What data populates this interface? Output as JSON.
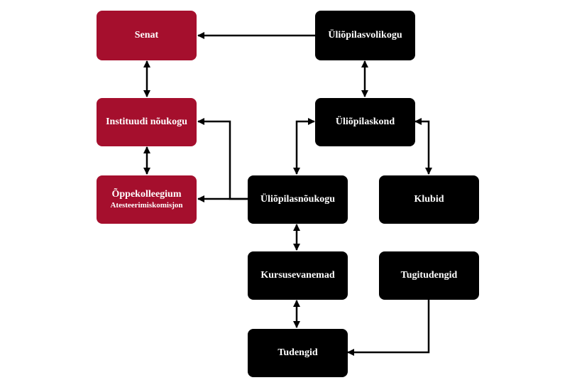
{
  "diagram": {
    "nodes": {
      "senat": {
        "label": "Senat",
        "color": "#a50f2d"
      },
      "instituudi_noukogu": {
        "label": "Instituudi nõukogu",
        "color": "#a50f2d"
      },
      "oppekolleegium": {
        "label": "Õppekolleegium",
        "sublabel": "Atesteerimiskomisjon",
        "color": "#a50f2d"
      },
      "uliopilasvolikogu": {
        "label": "Üliõpilasvolikogu",
        "color": "#000000"
      },
      "uliopilaskond": {
        "label": "Üliõpilaskond",
        "color": "#000000"
      },
      "uliopilasnoukogu": {
        "label": "Üliõpilasnõukogu",
        "color": "#000000"
      },
      "klubid": {
        "label": "Klubid",
        "color": "#000000"
      },
      "kursusevanemad": {
        "label": "Kursusevanemad",
        "color": "#000000"
      },
      "tugitudengid": {
        "label": "Tugitudengid",
        "color": "#000000"
      },
      "tudengid": {
        "label": "Tudengid",
        "color": "#000000"
      }
    },
    "edges": [
      {
        "from": "uliopilasvolikogu",
        "to": "senat",
        "direction": "one-way"
      },
      {
        "from": "senat",
        "to": "instituudi_noukogu",
        "direction": "two-way"
      },
      {
        "from": "instituudi_noukogu",
        "to": "oppekolleegium",
        "direction": "two-way"
      },
      {
        "from": "uliopilasvolikogu",
        "to": "uliopilaskond",
        "direction": "two-way"
      },
      {
        "from": "uliopilaskond",
        "to": "uliopilasnoukogu",
        "direction": "two-way"
      },
      {
        "from": "uliopilaskond",
        "to": "klubid",
        "direction": "two-way"
      },
      {
        "from": "uliopilasnoukogu",
        "to": "instituudi_noukogu",
        "direction": "one-way"
      },
      {
        "from": "uliopilasnoukogu",
        "to": "oppekolleegium",
        "direction": "one-way"
      },
      {
        "from": "uliopilasnoukogu",
        "to": "kursusevanemad",
        "direction": "two-way"
      },
      {
        "from": "kursusevanemad",
        "to": "tudengid",
        "direction": "two-way"
      },
      {
        "from": "tugitudengid",
        "to": "tudengid",
        "direction": "one-way"
      }
    ]
  }
}
